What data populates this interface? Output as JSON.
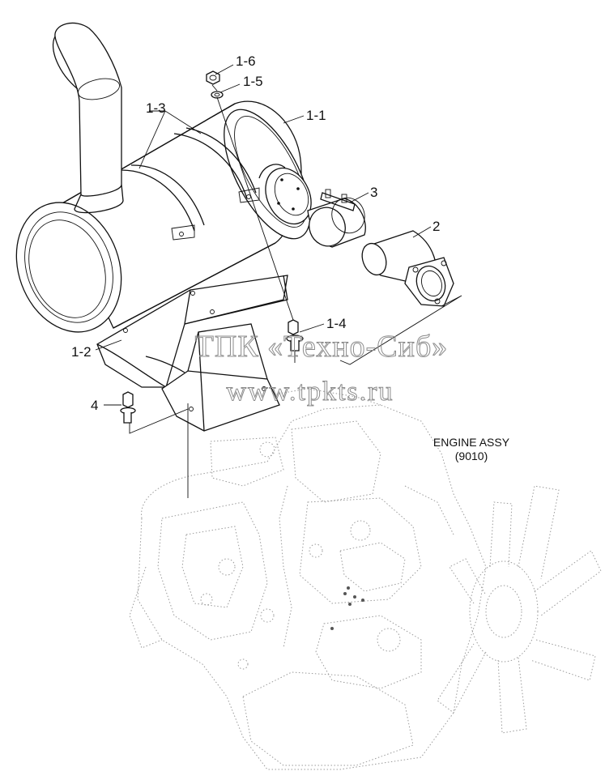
{
  "callouts": {
    "c1_6": "1-6",
    "c1_5": "1-5",
    "c1_3": "1-3",
    "c1_1": "1-1",
    "c3": "3",
    "c2": "2",
    "c1_4": "1-4",
    "c1_2": "1-2",
    "c4": "4"
  },
  "engine": {
    "title": "ENGINE ASSY",
    "code": "(9010)"
  },
  "watermark": {
    "line1": "ТПК «Техно-Сиб»",
    "line2": "www.tpkts.ru"
  },
  "colors": {
    "line": "#111111",
    "engine_dotted": "#9a9a9a",
    "watermark": "#8c8c8c"
  }
}
